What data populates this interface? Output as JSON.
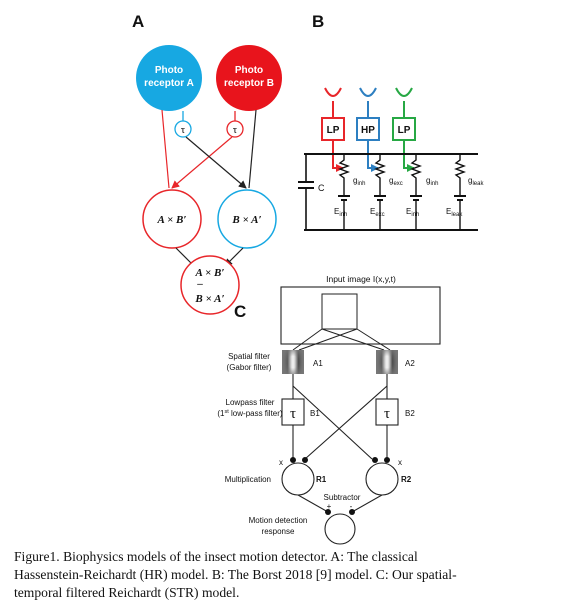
{
  "panels": {
    "a": {
      "label": "A",
      "photoreceptor_a": [
        "Photo",
        "receptor A"
      ],
      "photoreceptor_b": [
        "Photo",
        "receptor B"
      ],
      "tau": "τ",
      "product_left": "A × B′",
      "product_right": "B × A′",
      "subtractor_top": "A × B′",
      "subtractor_minus": "–",
      "subtractor_bottom": "B × A′",
      "colors": {
        "red": "#e8262a",
        "blue": "#1aa6df",
        "dark": "#222222"
      }
    },
    "b": {
      "label": "B",
      "filters": [
        "LP",
        "HP",
        "LP"
      ],
      "capacitor": "C",
      "conductances": [
        "g",
        "g",
        "g",
        "g"
      ],
      "conductance_subs": [
        "inh",
        "exc",
        "inh",
        "leak"
      ],
      "potentials": [
        "E",
        "E",
        "E",
        "E"
      ],
      "potential_subs": [
        "inh",
        "exc",
        "inh",
        "leak"
      ],
      "colors": {
        "red": "#e8262a",
        "blue": "#2d7fc1",
        "green": "#27a844"
      }
    },
    "c": {
      "label": "C",
      "input_image": "Input image I(x,y,t)",
      "spatial_filter_label": [
        "Spatial filter",
        "(Gabor filter)"
      ],
      "lowpass_label": [
        "Lowpass filter",
        "(1",
        "st",
        " low-pass filter)"
      ],
      "a1": "A1",
      "a2": "A2",
      "tau": "τ",
      "b1": "B1",
      "b2": "B2",
      "x_left": "x",
      "x_right": "x",
      "multiplication": "Multiplication",
      "r1": "R1",
      "r2": "R2",
      "subtractor": "Subtractor",
      "plus": "+",
      "minus": "-",
      "response": [
        "Motion detection",
        "response"
      ]
    }
  },
  "caption": [
    "Figure1. Biophysics models of the insect motion detector. A: The classical",
    "Hassenstein-Reichardt (HR) model. B: The Borst 2018 [9] model. C: Our spatial-",
    "temporal filtered Reichardt (STR) model."
  ]
}
